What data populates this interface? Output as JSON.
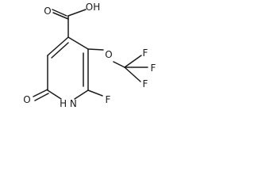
{
  "molecule": {
    "atoms": {
      "carboxyl_oh": "OH",
      "carboxyl_o": "O",
      "ether_o": "O",
      "cf3_f_top": "F",
      "cf3_f_right": "F",
      "cf3_f_bottom": "F",
      "ring_f": "F",
      "ring_nh": "H N",
      "ring_keto_o": "O"
    }
  }
}
